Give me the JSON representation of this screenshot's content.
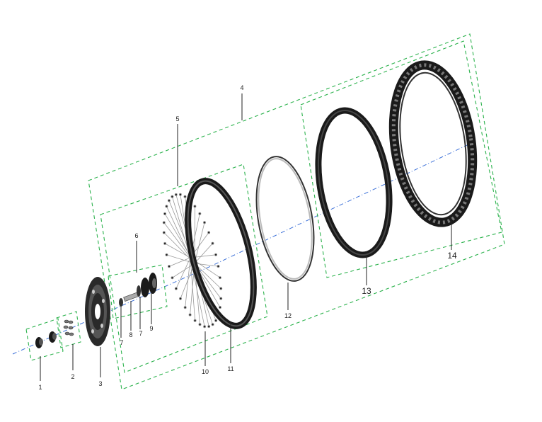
{
  "callouts": {
    "c1": "1",
    "c2": "2",
    "c3": "3",
    "c4": "4",
    "c5": "5",
    "c6": "6",
    "c7a": "7",
    "c8": "8",
    "c7b": "7",
    "c9": "9",
    "c10": "10",
    "c11": "11",
    "c12": "12",
    "c13": "13",
    "c14": "14"
  },
  "colors": {
    "group_box": "#2bb24c",
    "axis_line": "#3a6fd8",
    "parts": "#1a1a1a"
  }
}
